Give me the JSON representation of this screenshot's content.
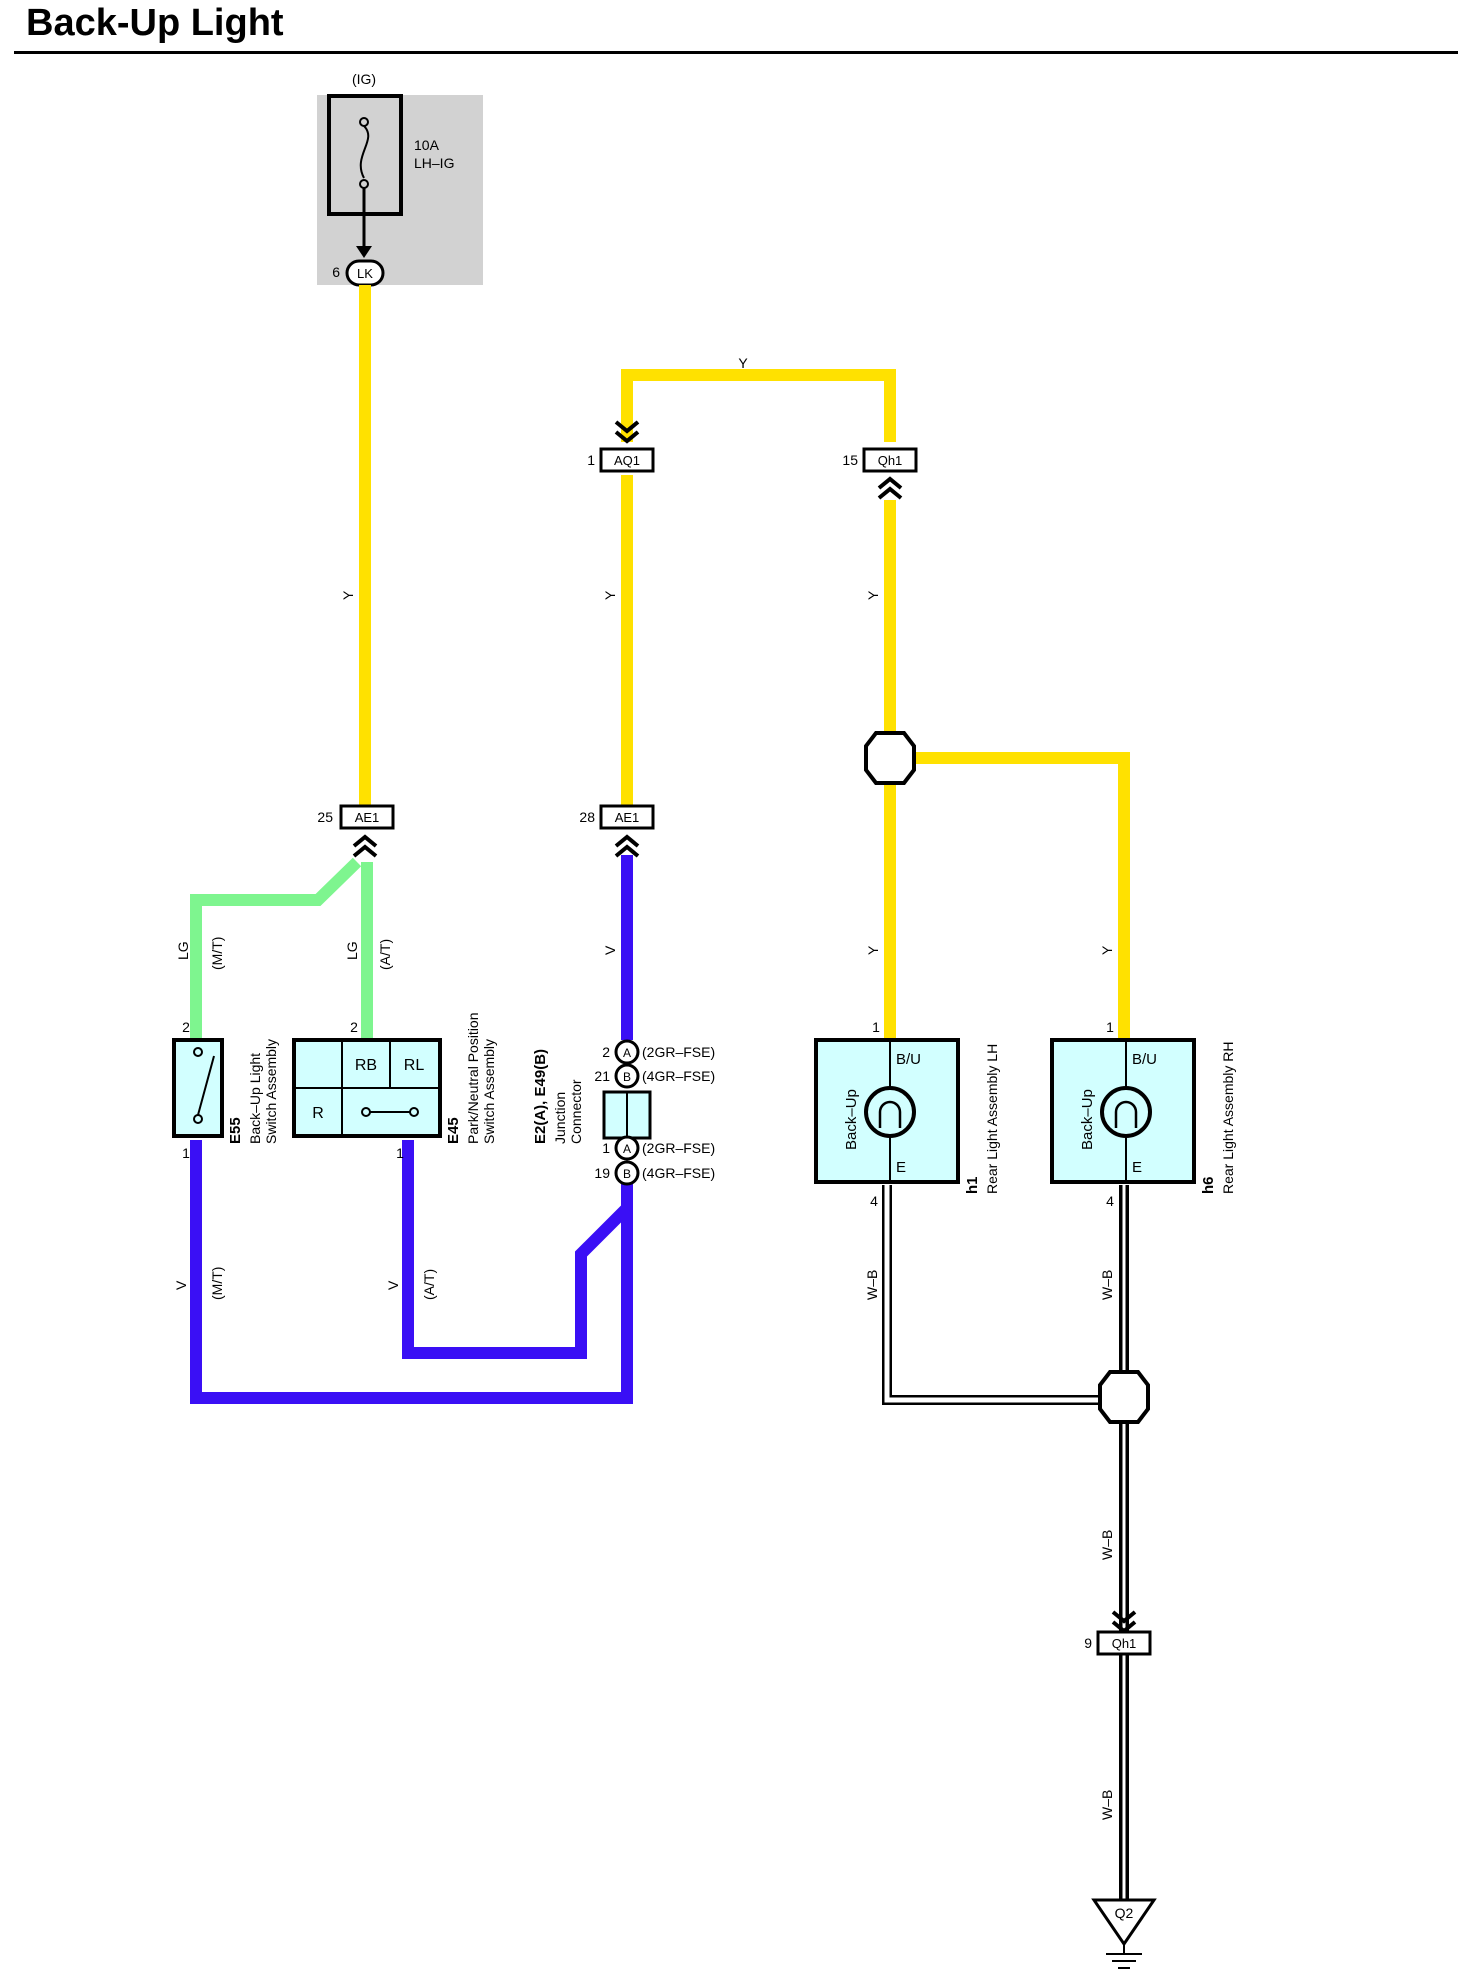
{
  "title": "Back-Up Light",
  "colors": {
    "yellow": "#ffe100",
    "violet": "#3a0ff5",
    "light_green": "#7ef58f",
    "component_fill": "#d2ffff",
    "fuse_box": "#d2d2d2"
  },
  "fuse": {
    "source": "(IG)",
    "rating": "10A",
    "name": "LH–IG",
    "pin": "6",
    "connector": "LK"
  },
  "wire_labels": {
    "top_loop": "Y",
    "lk_to_ae1": "Y",
    "aq1_down": "Y",
    "qh1_down": "Y",
    "lh_feed": "Y",
    "rh_feed": "Y",
    "lg_mt": "LG",
    "lg_mt_note": "(M/T)",
    "lg_at": "LG",
    "lg_at_note": "(A/T)",
    "ae1_28_down": "V",
    "v_mt": "V",
    "v_mt_note": "(M/T)",
    "v_at": "V",
    "v_at_note": "(A/T)",
    "wb_lh": "W–B",
    "wb_rh": "W–B",
    "wb_main": "W–B",
    "wb_ground": "W–B"
  },
  "connectors": {
    "ae1_25": {
      "pin": "25",
      "name": "AE1"
    },
    "ae1_28": {
      "pin": "28",
      "name": "AE1"
    },
    "aq1": {
      "pin": "1",
      "name": "AQ1"
    },
    "qh1_15": {
      "pin": "15",
      "name": "Qh1"
    },
    "qh1_9": {
      "pin": "9",
      "name": "Qh1"
    },
    "ground": {
      "name": "Q2"
    }
  },
  "e55": {
    "code": "E55",
    "desc_line1": "Back–Up Light",
    "desc_line2": "Switch Assembly",
    "pin_top": "2",
    "pin_bottom": "1"
  },
  "e45": {
    "code": "E45",
    "desc_line1": "Park/Neutral Position",
    "desc_line2": "Switch Assembly",
    "pin_top": "2",
    "pin_bottom": "1",
    "cell_rb": "RB",
    "cell_rl": "RL",
    "cell_r": "R"
  },
  "junction": {
    "code": "E2(A), E49(B)",
    "desc_line1": "Junction",
    "desc_line2": "Connector",
    "rows": [
      {
        "pin": "2",
        "conn": "A",
        "note": "(2GR–FSE)"
      },
      {
        "pin": "21",
        "conn": "B",
        "note": "(4GR–FSE)"
      },
      {
        "pin": "1",
        "conn": "A",
        "note": "(2GR–FSE)"
      },
      {
        "pin": "19",
        "conn": "B",
        "note": "(4GR–FSE)"
      }
    ]
  },
  "h1": {
    "code": "h1",
    "desc": "Rear Light Assembly LH",
    "bulb": "Back–Up",
    "term_top": "B/U",
    "term_bottom": "E",
    "pin_top": "1",
    "pin_bottom": "4"
  },
  "h6": {
    "code": "h6",
    "desc": "Rear Light Assembly RH",
    "bulb": "Back–Up",
    "term_top": "B/U",
    "term_bottom": "E",
    "pin_top": "1",
    "pin_bottom": "4"
  }
}
